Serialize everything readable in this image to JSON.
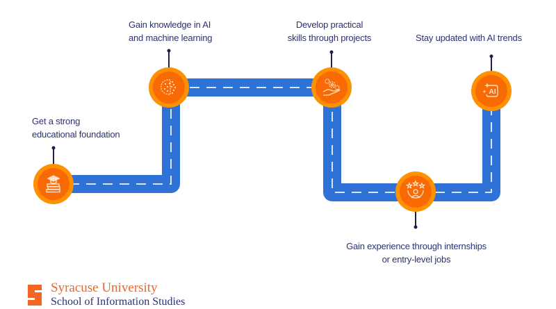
{
  "colors": {
    "road": "#2e72d8",
    "road_dash": "#dbe6f7",
    "node_outer": "#ff9100",
    "node_inner": "#f96a05",
    "text": "#2b3270",
    "connector": "#1a1f4d",
    "brand_orange": "#f26522"
  },
  "steps": [
    {
      "id": 1,
      "icon": "graduation-cap-books-icon",
      "lines": [
        "Get a strong",
        "educational foundation"
      ]
    },
    {
      "id": 2,
      "icon": "brain-circuit-icon",
      "lines": [
        "Gain knowledge in AI",
        "and machine learning"
      ]
    },
    {
      "id": 3,
      "icon": "hand-gears-icon",
      "lines": [
        "Develop practical",
        "skills through projects"
      ]
    },
    {
      "id": 4,
      "icon": "person-stars-icon",
      "lines": [
        "Gain experience through internships",
        "or entry-level jobs"
      ]
    },
    {
      "id": 5,
      "icon": "ai-sparkle-icon",
      "lines": [
        "Stay updated with AI trends"
      ]
    }
  ],
  "logo": {
    "mark": "S",
    "university": "Syracuse University",
    "school": "School of Information Studies"
  }
}
